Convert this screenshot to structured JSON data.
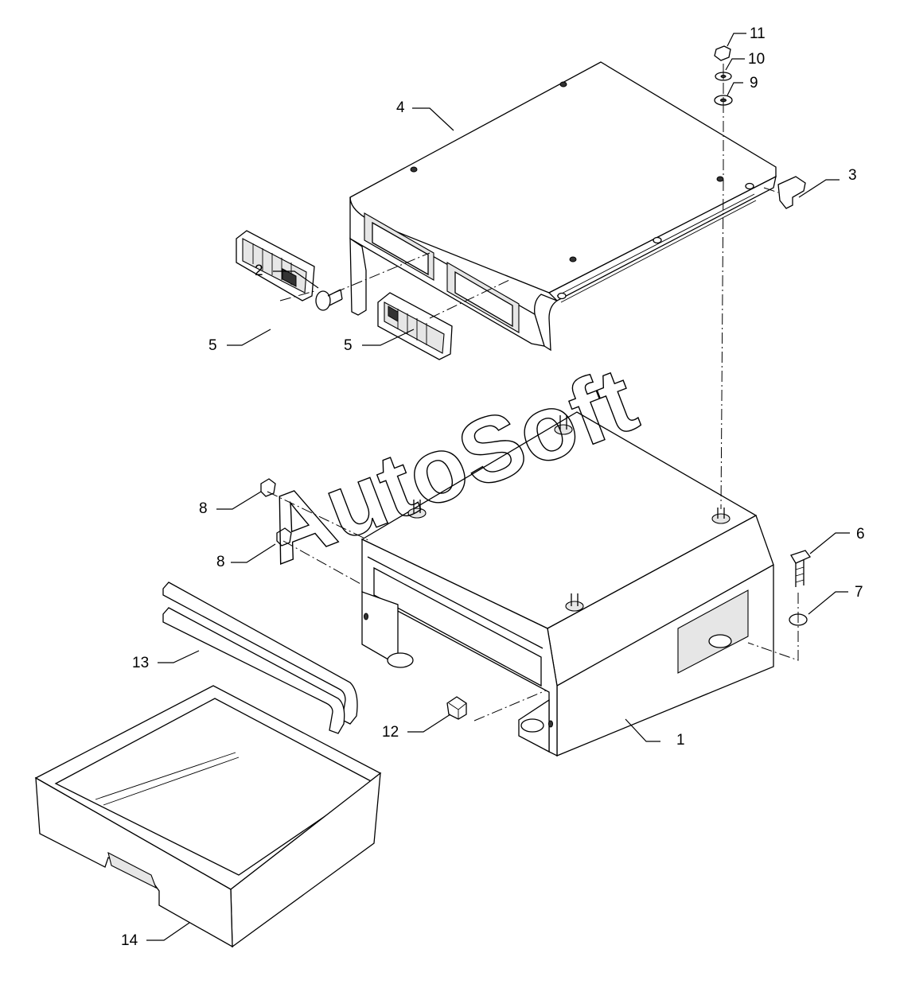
{
  "watermark": "AutoSoft",
  "callouts": {
    "c1": "1",
    "c2": "2",
    "c3": "3",
    "c4": "4",
    "c5a": "5",
    "c5b": "5",
    "c6": "6",
    "c7": "7",
    "c8a": "8",
    "c8b": "8",
    "c9": "9",
    "c10": "10",
    "c11": "11",
    "c12": "12",
    "c13": "13",
    "c14": "14"
  },
  "colors": {
    "line": "#000000",
    "background": "#ffffff"
  }
}
